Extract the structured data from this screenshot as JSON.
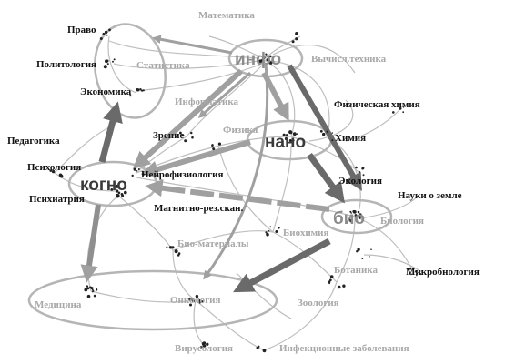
{
  "hubs": {
    "info": "инфо",
    "nano": "нано",
    "cogno": "когно",
    "bio": "био"
  },
  "fields": {
    "law": "Право",
    "political_science": "Политология",
    "economics": "Экономика",
    "pedagogy": "Педагогика",
    "psychology": "Психология",
    "psychiatry": "Психиатрия",
    "mathematics": "Математика",
    "statistics": "Статистика",
    "computer_engineering": "Вычисл.техника",
    "informatics": "Информатика",
    "physical_chemistry": "Физическая химия",
    "vision": "Зрение",
    "physics": "Физика",
    "chemistry": "Химия",
    "neurophysiology": "Нейрофизиология",
    "ecology": "Экология",
    "earth_sciences": "Науки о земле",
    "mri": "Магнитно-рез.скан.",
    "biology": "Биология",
    "biochemistry": "Биохимия",
    "biomaterials": "Био-матерналы",
    "botany": "Ботаника",
    "microbiology": "Микробнология",
    "medicine": "Медицина",
    "oncology": "Онкология",
    "zoology": "Зоология",
    "virology": "Вирусология",
    "infectious_diseases": "Инфекционные заболевания"
  },
  "colors": {
    "background": "#ffffff",
    "dark_label": "#111111",
    "gray_label": "#a8a8a8",
    "network_edge": "#b8b8b8",
    "arrow_gray": "#a0a0a0",
    "arrow_dark": "#6a6a6a",
    "ellipse": "#b5b5b5"
  }
}
